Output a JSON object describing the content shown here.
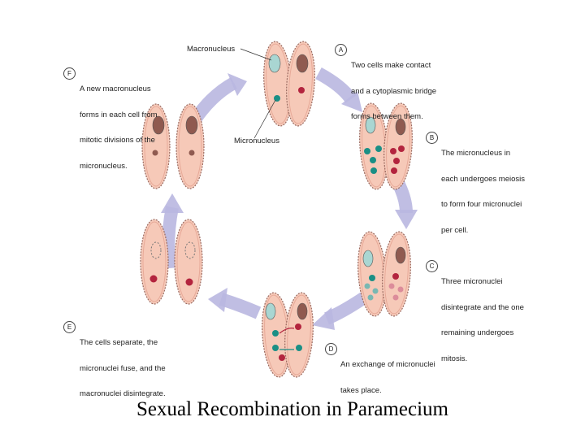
{
  "title": "Sexual Recombination in Paramecium",
  "labels": {
    "macronucleus": "Macronucleus",
    "micronucleus": "Micronucleus"
  },
  "steps": [
    {
      "id": "A",
      "lines": [
        "Two cells make contact",
        "and a cytoplasmic bridge",
        "forms between them."
      ]
    },
    {
      "id": "B",
      "lines": [
        "The micronucleus in",
        "each undergoes meiosis",
        "to form four micronuclei",
        "per cell."
      ]
    },
    {
      "id": "C",
      "lines": [
        "Three micronuclei",
        "disintegrate and the one",
        "remaining undergoes",
        "mitosis."
      ]
    },
    {
      "id": "D",
      "lines": [
        "An exchange of micronuclei",
        "takes place."
      ]
    },
    {
      "id": "E",
      "lines": [
        "The cells separate, the",
        "micronuclei fuse, and the",
        "macronuclei disintegrate."
      ]
    },
    {
      "id": "F",
      "lines": [
        "A new macronucleus",
        "forms in each cell from",
        "mitotic divisions of the",
        "micronucleus."
      ]
    }
  ],
  "colors": {
    "cell_fill": "#f6c9b8",
    "cell_edge": "#9a6a60",
    "arrow": "#b9b7e0",
    "macro_teal": "#a9d6d2",
    "macro_brown": "#8f5a50",
    "micro_teal": "#1a8f85",
    "micro_red": "#b3243e"
  }
}
